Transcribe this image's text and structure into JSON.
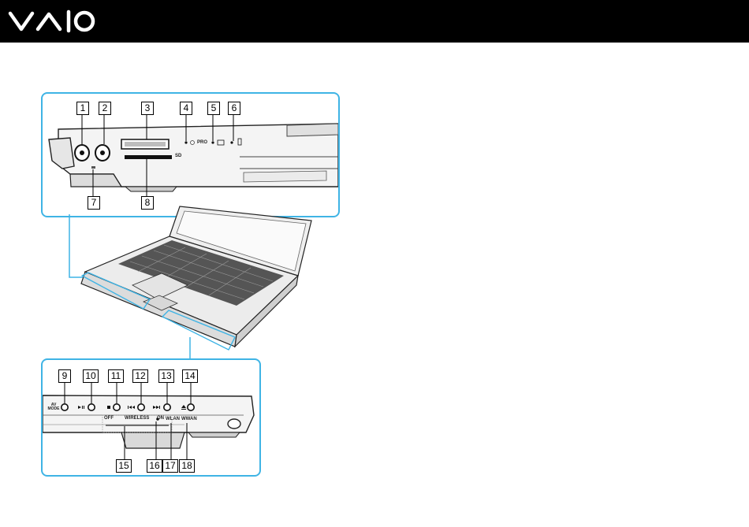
{
  "header": {
    "brand": "VAIO",
    "background": "#000000",
    "accent": "#3fb4e5"
  },
  "top_detail": {
    "callouts": [
      "1",
      "2",
      "3",
      "4",
      "5",
      "6",
      "7",
      "8"
    ],
    "port_labels": {
      "pro": "PRO",
      "sd": "SD"
    }
  },
  "bottom_detail": {
    "callouts": [
      "9",
      "10",
      "11",
      "12",
      "13",
      "14",
      "15",
      "16",
      "17",
      "18"
    ],
    "button_labels": {
      "av_mode": "AV MODE"
    },
    "switch_labels": {
      "off": "OFF",
      "wireless": "WIRELESS",
      "on": "ON"
    },
    "indicator_labels": {
      "wlan": "WLAN",
      "wwan": "WWAN"
    }
  }
}
